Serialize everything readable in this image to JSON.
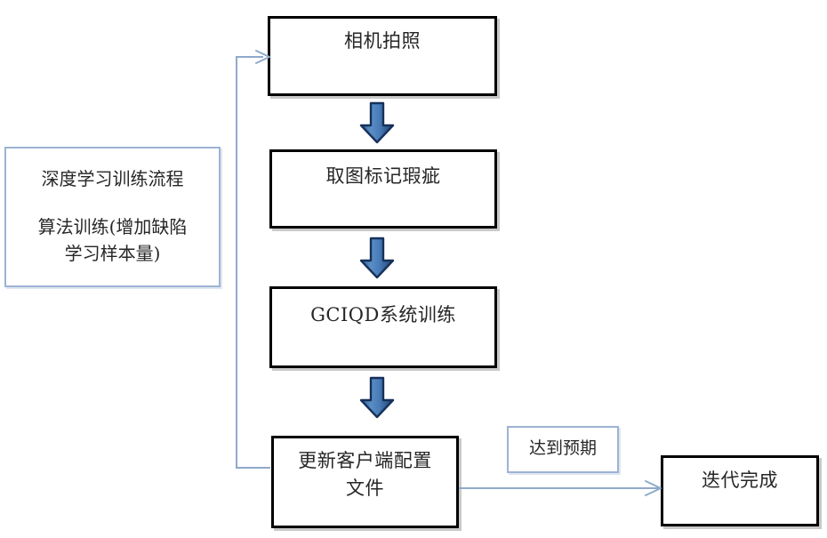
{
  "diagram": {
    "title_panel": {
      "name": "deep-learning-training-panel",
      "line_1": "深度学习训练流程",
      "line_2": "算法训练(增加缺陷\n学习样本量)"
    },
    "nodes": [
      {
        "id": "capture",
        "label": "相机拍照"
      },
      {
        "id": "mark",
        "label": "取图标记瑕疵"
      },
      {
        "id": "train",
        "label": "GCIQD系统训练"
      },
      {
        "id": "update",
        "label": "更新客户端配置\n文件"
      },
      {
        "id": "done",
        "label": "迭代完成"
      }
    ],
    "notes": [
      {
        "id": "expected",
        "label": "达到预期"
      }
    ],
    "arrows": [
      {
        "id": "capture-to-mark",
        "kind": "block-arrow-down"
      },
      {
        "id": "mark-to-train",
        "kind": "block-arrow-down"
      },
      {
        "id": "train-to-update",
        "kind": "block-arrow-down"
      },
      {
        "id": "update-to-capture",
        "kind": "feedback-loop-line"
      },
      {
        "id": "update-to-done",
        "kind": "straight-line-right"
      }
    ],
    "colors": {
      "node_border": "#000000",
      "node_fill": "#ffffff",
      "note_border": "#9cb3d4",
      "arrow_fill": "#4a7ebb",
      "arrow_outline": "#1f3864",
      "connector": "#8faaca",
      "text": "#262626"
    }
  }
}
